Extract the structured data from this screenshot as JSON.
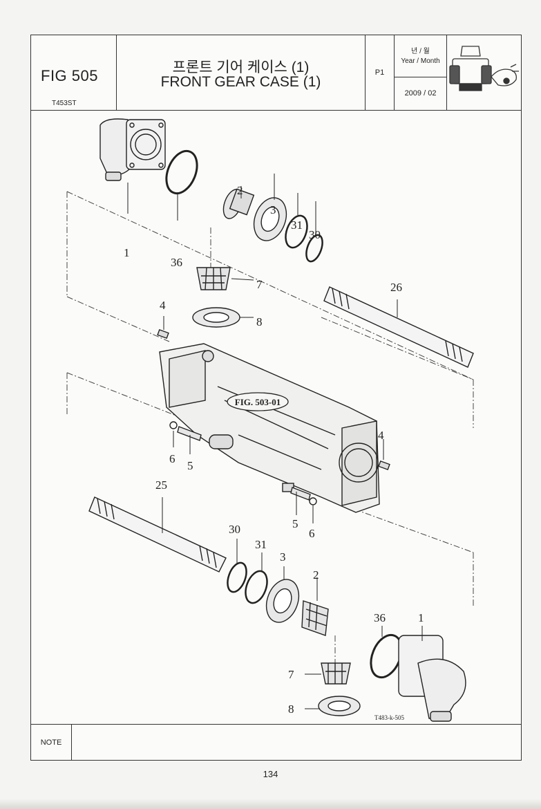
{
  "header": {
    "fig_label": "FIG 505",
    "model": "T453ST",
    "title_ko": "프론트 기어 케이스 (1)",
    "title_en": "FRONT GEAR CASE (1)",
    "page": "P1",
    "year_month_ko": "년 / 월",
    "year_month_en": "Year / Month",
    "date": "2009 / 02"
  },
  "diagram": {
    "figure_ref": "FIG. 503-01",
    "drawing_code": "T483-k-505",
    "callouts": {
      "top_1": "1",
      "top_36": "36",
      "top_2": "2",
      "top_3": "3",
      "top_31": "31",
      "top_30": "30",
      "top_7": "7",
      "top_8": "8",
      "top_26": "26",
      "top_4": "4",
      "mid_6a": "6",
      "mid_5a": "5",
      "mid_4b": "4",
      "mid_5b": "5",
      "mid_6b": "6",
      "bot_25": "25",
      "bot_30": "30",
      "bot_31": "31",
      "bot_3": "3",
      "bot_2": "2",
      "bot_36": "36",
      "bot_1": "1",
      "bot_7": "7",
      "bot_8": "8"
    }
  },
  "footer": {
    "note_label": "NOTE",
    "page_number": "134"
  }
}
